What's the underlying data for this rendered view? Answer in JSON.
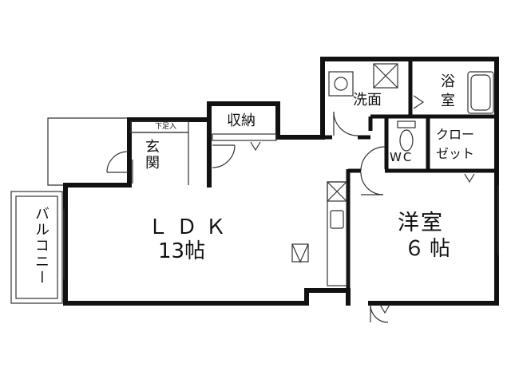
{
  "rooms": {
    "ldk": {
      "name": "ＬＤＫ",
      "size": "13帖"
    },
    "youshitsu": {
      "name": "洋室",
      "size": "６帖"
    },
    "shuno": {
      "name": "収納"
    },
    "genkan": {
      "name": "玄関",
      "shoe_note": "下足入"
    },
    "senmen": {
      "name": "洗面"
    },
    "yokushitsu": {
      "name": "浴室"
    },
    "wc": {
      "name": "WC"
    },
    "closet": {
      "line1": "クロー",
      "line2": "ゼット"
    },
    "balcony": {
      "name": "バルコニー"
    }
  },
  "colors": {
    "wall": "#111111",
    "background": "#ffffff",
    "thin_line": "#333333"
  }
}
